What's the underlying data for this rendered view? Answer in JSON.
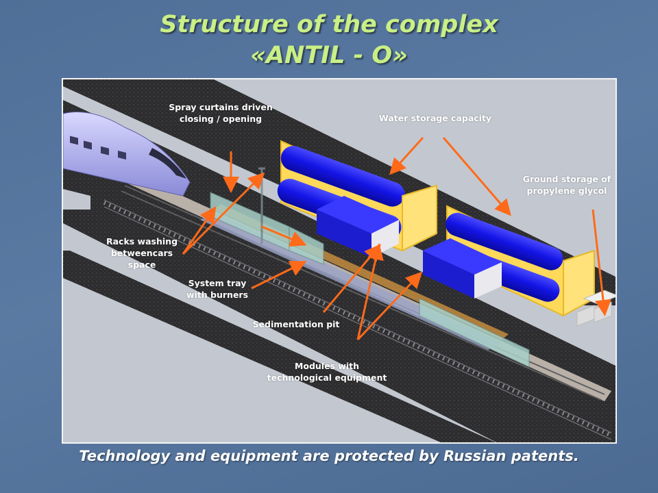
{
  "title": {
    "line1": "Structure of the complex",
    "line2": "«ANTIL - O»"
  },
  "labels": {
    "spray_curtains": "Spray curtains driven closing / opening",
    "water_storage": "Water storage capacity",
    "ground_storage": "Ground storage of propylene glycol",
    "racks_washing": "Racks washing betweencars space",
    "system_tray": "System tray with burners",
    "sedimentation_pit": "Sedimentation pit",
    "modules": "Modules with technological equipment"
  },
  "footer": "Technology and equipment are protected by Russian patents.",
  "colors": {
    "title": "#c9ef86",
    "arrow": "#ff6a1a",
    "tank": "#1a1aee",
    "frame": "#f4f4f4"
  }
}
